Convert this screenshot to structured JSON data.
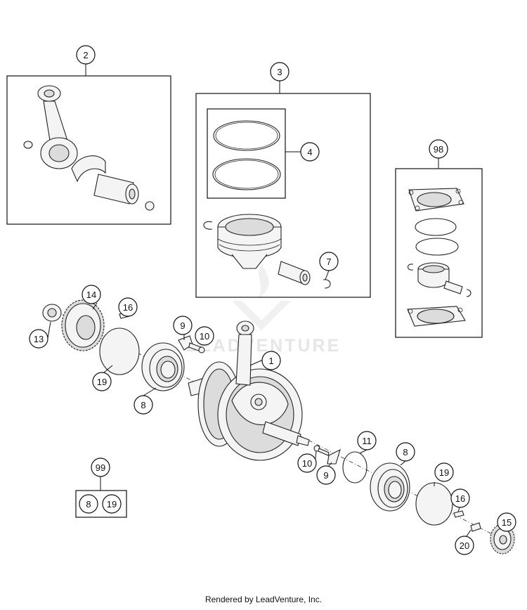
{
  "callouts": {
    "c1": "1",
    "c2": "2",
    "c3": "3",
    "c4": "4",
    "c7": "7",
    "c8a": "8",
    "c8b": "8",
    "c8c": "8",
    "c9a": "9",
    "c9b": "9",
    "c10a": "10",
    "c10b": "10",
    "c11": "11",
    "c13": "13",
    "c14": "14",
    "c15": "15",
    "c16a": "16",
    "c16b": "16",
    "c19a": "19",
    "c19b": "19",
    "c19c": "19",
    "c20": "20",
    "c98": "98",
    "c99": "99"
  },
  "watermark": {
    "logo": "leadventure-logo",
    "text": "LEADVENTURE"
  },
  "footer": "Rendered by LeadVenture, Inc."
}
